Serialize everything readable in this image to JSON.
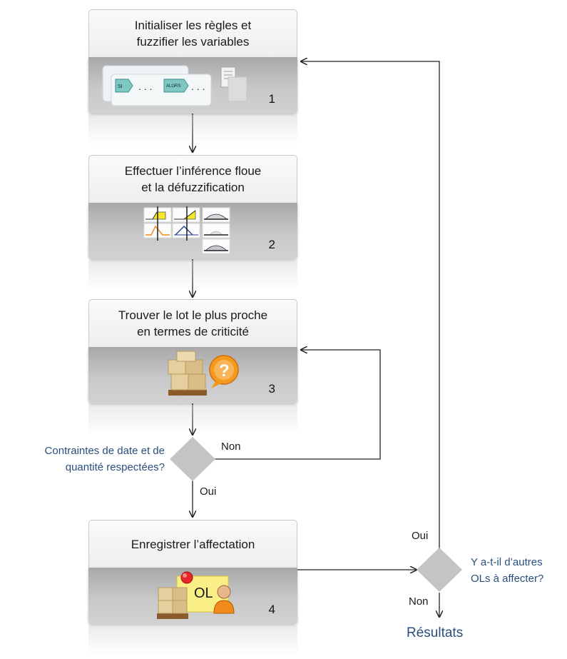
{
  "steps": [
    {
      "title": "Initialiser les règles et\nfuzzifier les variables",
      "number": "1",
      "tag_si": "SI",
      "tag_alors": "ALORS",
      "dots": ". . .",
      "icon": "rules-documents-icon"
    },
    {
      "title": "Effectuer l’inférence floue\net la défuzzification",
      "number": "2",
      "icon": "membership-functions-icon"
    },
    {
      "title": "Trouver le lot le plus proche\nen termes de criticité",
      "number": "3",
      "icon": "pallet-question-icon"
    },
    {
      "title": "Enregistrer l’affectation",
      "number": "4",
      "icon_text": "OL",
      "icon": "pallet-assignment-icon"
    }
  ],
  "decision1": {
    "question": "Contraintes de date et de\nquantité respectées?",
    "yes": "Oui",
    "no": "Non"
  },
  "decision2": {
    "question": "Y a-t-il d’autres\nOLs à affecter?",
    "yes": "Oui",
    "no": "Non"
  },
  "result": "Résultats",
  "colors": {
    "question_text": "#2a4f7c",
    "diamond": "#c4c4c4",
    "card_bottom": "#b8b8b8"
  }
}
